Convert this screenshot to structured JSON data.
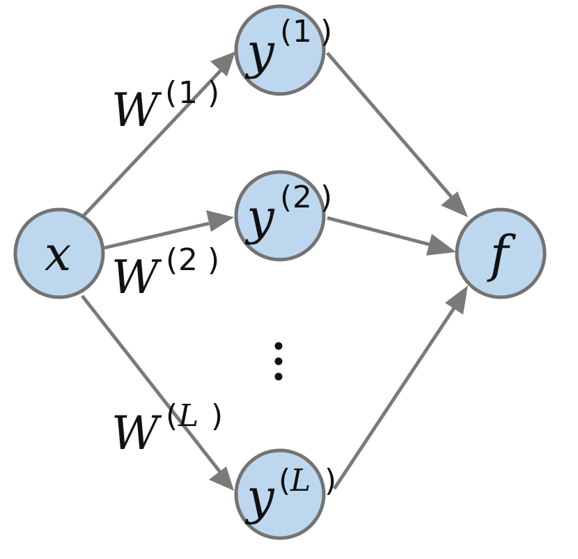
{
  "nodes": {
    "x": {
      "label": "x"
    },
    "y1": {
      "base": "y",
      "sup_open": "(",
      "sup": "1",
      "sup_close": ")"
    },
    "y2": {
      "base": "y",
      "sup_open": "(",
      "sup": "2",
      "sup_close": ")"
    },
    "yL": {
      "base": "y",
      "sup_open": "(",
      "sup": "L",
      "sup_close": ")"
    },
    "f": {
      "label": "f"
    }
  },
  "edge_labels": {
    "w1": {
      "base": "W",
      "sup_open": "(",
      "sup": "1",
      "sup_close": ")"
    },
    "w2": {
      "base": "W",
      "sup_open": "(",
      "sup": "2",
      "sup_close": ")"
    },
    "wL": {
      "base": "W",
      "sup_open": "(",
      "sup": "L",
      "sup_close": ")"
    }
  },
  "colors": {
    "node_fill": "#bdd7ee",
    "node_stroke": "#737373",
    "edge": "#7a7a7a",
    "text": "#111111"
  }
}
